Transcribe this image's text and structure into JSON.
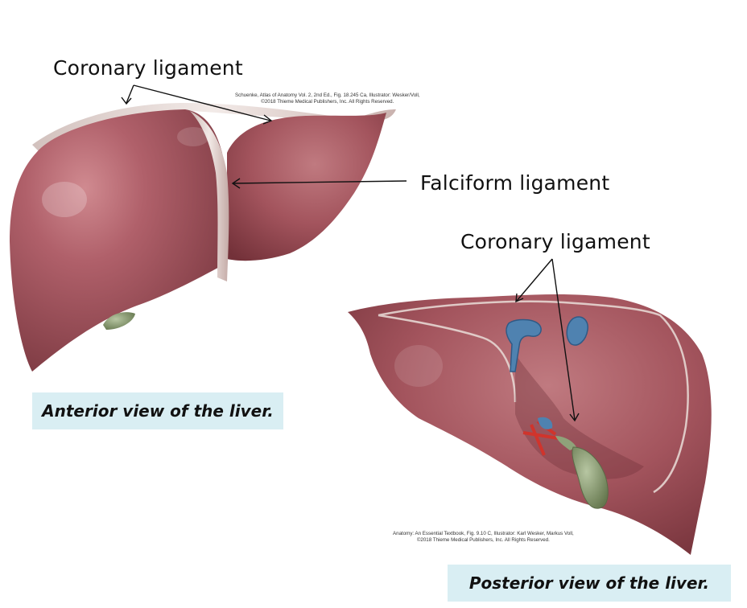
{
  "labels": {
    "coronary_top": "Coronary ligament",
    "falciform": "Falciform ligament",
    "coronary_right": "Coronary ligament"
  },
  "credits": {
    "anterior_line1": "Schuenke, Atlas of Anatomy Vol. 2, 2nd Ed., Fig. 18.245 Ca, Illustrator: Wesker/Voll,",
    "anterior_line2": "©2018 Thieme Medical Publishers, Inc. All Rights Reserved.",
    "posterior_line1": "Anatomy: An Essential Textbook, Fig. 9.10 C, Illustrator: Karl Wesker, Markus Voll,",
    "posterior_line2": "©2018 Thieme Medical Publishers, Inc. All Rights Reserved."
  },
  "captions": {
    "anterior": "Anterior view of the liver.",
    "posterior": "Posterior view of the liver."
  },
  "colors": {
    "liver": "#a8555e",
    "liver_dark": "#7d3a42",
    "ligament": "#e8dcd8",
    "gallbladder": "#8fa27a",
    "ivc_blue": "#4f82b0",
    "artery_red": "#d0342c",
    "caption_bg": "#d9eef3"
  }
}
